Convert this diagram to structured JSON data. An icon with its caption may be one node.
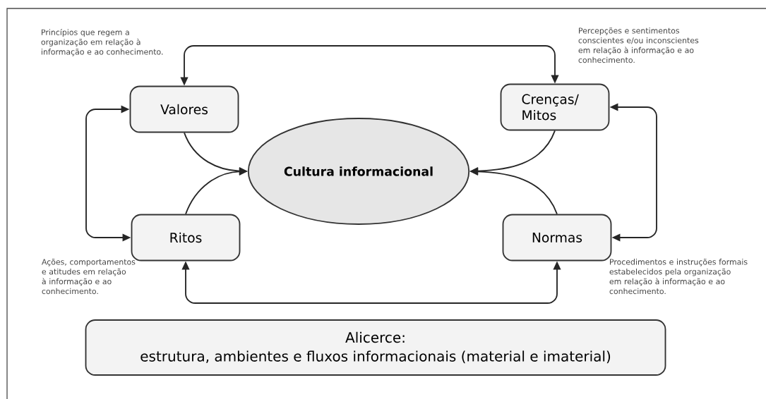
{
  "diagram": {
    "nodes": [
      {
        "text": [
          "Valores"
        ],
        "beside": [
          "Princípios que regem a organização em relação à informação e ao conhecimento."
        ]
      },
      {
        "text": [
          "Crenças/ Mitos"
        ],
        "beside": [
          "Percepções e sentimentos conscientes e/ou inconscientes em relação à informação e ao conhecimento."
        ]
      },
      {
        "text": [
          "Cultura informacional"
        ]
      },
      {
        "text": [
          "Ritos"
        ],
        "beside": [
          "Ações, comportamentos e atitudes em relação à informação e ao conhecimento."
        ]
      },
      {
        "text": [
          "Normas"
        ],
        "beside": [
          "Procedimentos e instruções formais estabelecidos pela organização em relação à informação e ao conhecimento."
        ]
      },
      {
        "text": [
          "Alicerce:",
          "estrutura, ambientes e fluxos informacionais (material e imaterial)"
        ]
      }
    ],
    "edges": [
      {
        "from": 0,
        "to": 1,
        "arrow": "both"
      },
      {
        "from": 0,
        "to": 3,
        "arrow": "both"
      },
      {
        "from": 1,
        "to": 4,
        "arrow": "both"
      },
      {
        "from": 3,
        "to": 4,
        "arrow": "both"
      },
      {
        "from": 0,
        "to": 2,
        "arrow": "to"
      },
      {
        "from": 1,
        "to": 2,
        "arrow": "to"
      },
      {
        "from": 3,
        "to": 2,
        "arrow": "to"
      },
      {
        "from": 4,
        "to": 2,
        "arrow": "to"
      }
    ]
  }
}
